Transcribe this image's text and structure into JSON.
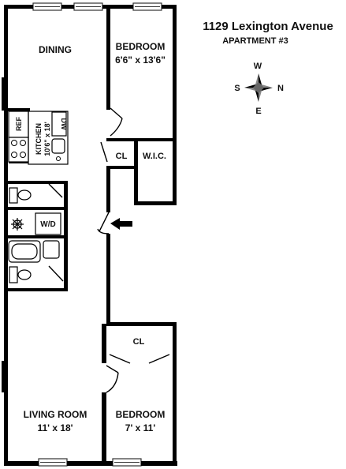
{
  "title": "1129 Lexington Avenue",
  "subtitle": "APARTMENT #3",
  "compass": {
    "top": "W",
    "left": "S",
    "right": "N",
    "bottom": "E"
  },
  "rooms": {
    "dining": {
      "name": "DINING"
    },
    "bedroom_top": {
      "name": "BEDROOM",
      "size": "6'6\" x 13'6\""
    },
    "kitchen": {
      "name": "KITCHEN",
      "size": "10'6\" x 18'"
    },
    "closet_mid": {
      "name": "CL"
    },
    "wic": {
      "name": "W.I.C."
    },
    "closet_bottom": {
      "name": "CL"
    },
    "living": {
      "name": "LIVING ROOM",
      "size": "11' x 18'"
    },
    "bedroom_bottom": {
      "name": "BEDROOM",
      "size": "7' x 11'"
    }
  },
  "fixtures": {
    "ref": "REF",
    "dw": "DW",
    "wd": "W/D"
  }
}
